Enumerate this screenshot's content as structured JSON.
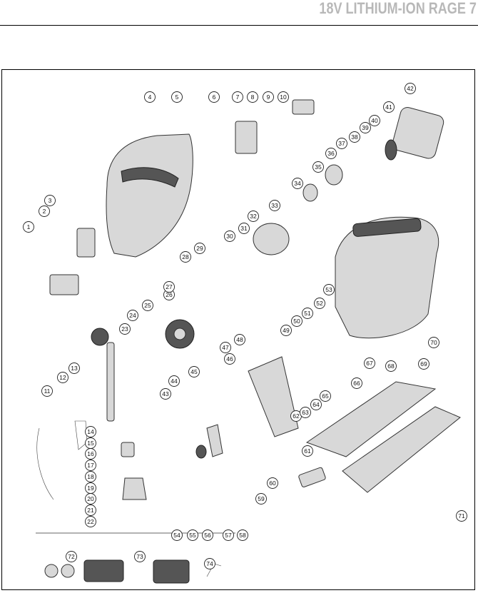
{
  "header": {
    "title": "18V LITHIUM-ION RAGE 7"
  },
  "diagram": {
    "type": "exploded parts diagram",
    "part_numbers": [
      "1",
      "2",
      "3",
      "4",
      "5",
      "6",
      "7",
      "8",
      "9",
      "10",
      "11",
      "12",
      "13",
      "14",
      "15",
      "16",
      "17",
      "18",
      "19",
      "20",
      "21",
      "22",
      "23",
      "24",
      "25",
      "26",
      "27",
      "28",
      "29",
      "30",
      "31",
      "32",
      "33",
      "34",
      "35",
      "36",
      "37",
      "38",
      "39",
      "40",
      "41",
      "42",
      "43",
      "44",
      "45",
      "46",
      "47",
      "48",
      "49",
      "50",
      "51",
      "52",
      "53",
      "54",
      "55",
      "56",
      "57",
      "58",
      "59",
      "60",
      "61",
      "62",
      "63",
      "64",
      "65",
      "66",
      "67",
      "68",
      "69",
      "70",
      "71",
      "72",
      "73",
      "74"
    ]
  }
}
